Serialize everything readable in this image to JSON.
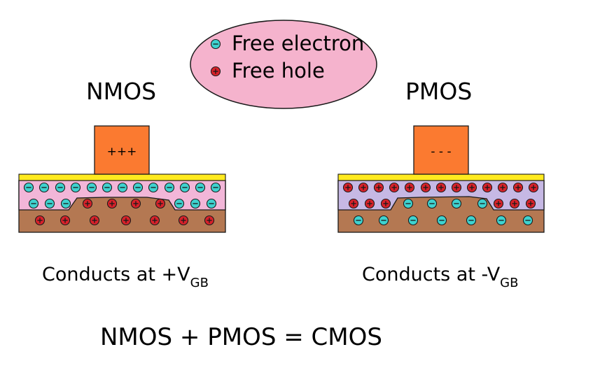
{
  "legend": {
    "electron_label": "Free electron",
    "hole_label": "Free hole"
  },
  "nmos": {
    "title": "NMOS",
    "gate_charge": "+++",
    "caption_prefix": "Conducts at +V",
    "caption_subscript": "GB"
  },
  "pmos": {
    "title": "PMOS",
    "gate_charge": "- - -",
    "caption_prefix": "Conducts at -V",
    "caption_subscript": "GB"
  },
  "equation": "NMOS + PMOS = CMOS",
  "colors": {
    "electron": "#3fd2cf",
    "hole": "#d8222a",
    "gate": "#fb7a30",
    "oxide": "#ffea1f",
    "substrate": "#b47852",
    "n_region": "#f2b6d8",
    "p_region": "#c6b8e4",
    "legend_fill": "#f5b3cd"
  }
}
